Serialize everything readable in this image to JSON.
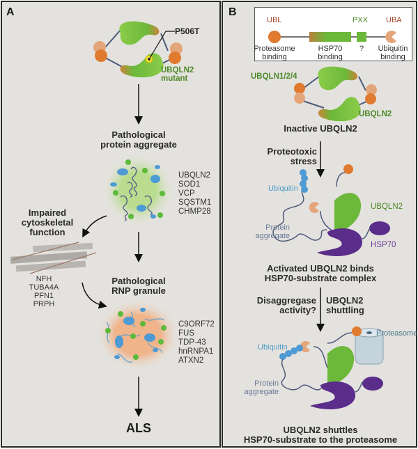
{
  "panel_a": {
    "label": "A",
    "mutation_label": "P506T",
    "mutant_label": [
      "UBQLN2",
      "mutant"
    ],
    "aggregate_title": [
      "Pathological",
      "protein aggregate"
    ],
    "aggregate_proteins": [
      "UBQLN2",
      "SOD1",
      "VCP",
      "SQSTM1",
      "CHMP28"
    ],
    "cytoskeletal_title": [
      "Impaired",
      "cytoskeletal",
      "function"
    ],
    "cytoskeletal_proteins": [
      "NFH",
      "TUBA4A",
      "PFN1",
      "PRPH"
    ],
    "rnp_title": [
      "Pathological",
      "RNP granule"
    ],
    "rnp_proteins": [
      "C9ORF72",
      "FUS",
      "TDP-43",
      "hnRNPA1",
      "ATXN2"
    ],
    "outcome": "ALS"
  },
  "panel_b": {
    "label": "B",
    "domain_map": {
      "domains": [
        {
          "name": "UBL",
          "function": [
            "Proteasome",
            "binding"
          ],
          "color": "#e07a2e"
        },
        {
          "name": "",
          "function": [
            "HSP70",
            "binding"
          ],
          "color": "#6cb83a"
        },
        {
          "name": "PXX",
          "function": [
            "?"
          ],
          "color": "#6cb83a"
        },
        {
          "name": "UBA",
          "function": [
            "Ubiquitin",
            "binding"
          ],
          "color": "#e3a57a"
        }
      ]
    },
    "dimer_labels": {
      "left": "UBQLN1/2/4",
      "right": "UBQLN2"
    },
    "inactive_title": "Inactive UBQLN2",
    "stress_label": [
      "Proteotoxic",
      "stress"
    ],
    "activated": {
      "ubiquitin": "Ubiquitin",
      "aggregate": [
        "Protein",
        "aggregate"
      ],
      "ubqln2": "UBQLN2",
      "hsp70": "HSP70",
      "title": [
        "Activated UBQLN2 binds",
        "HSP70-substrate complex"
      ]
    },
    "arrow_left_label": [
      "Disaggregase",
      "activity?"
    ],
    "arrow_right_label": [
      "UBQLN2",
      "shuttling"
    ],
    "shuttle": {
      "proteasome": "Proteasome",
      "ubiquitin": "Ubiquitin",
      "aggregate": [
        "Protein",
        "aggregate"
      ],
      "title": [
        "UBQLN2 shuttles",
        "HSP70-substrate to the proteasome"
      ]
    }
  },
  "colors": {
    "ubqln_green": "#6cb83a",
    "ubl_orange": "#e07a2e",
    "uba_peach": "#e3a57a",
    "hsp70_purple": "#5b2d8a",
    "ubiquitin_blue": "#4e9ac9",
    "panel_bg": "#e4e2de"
  }
}
